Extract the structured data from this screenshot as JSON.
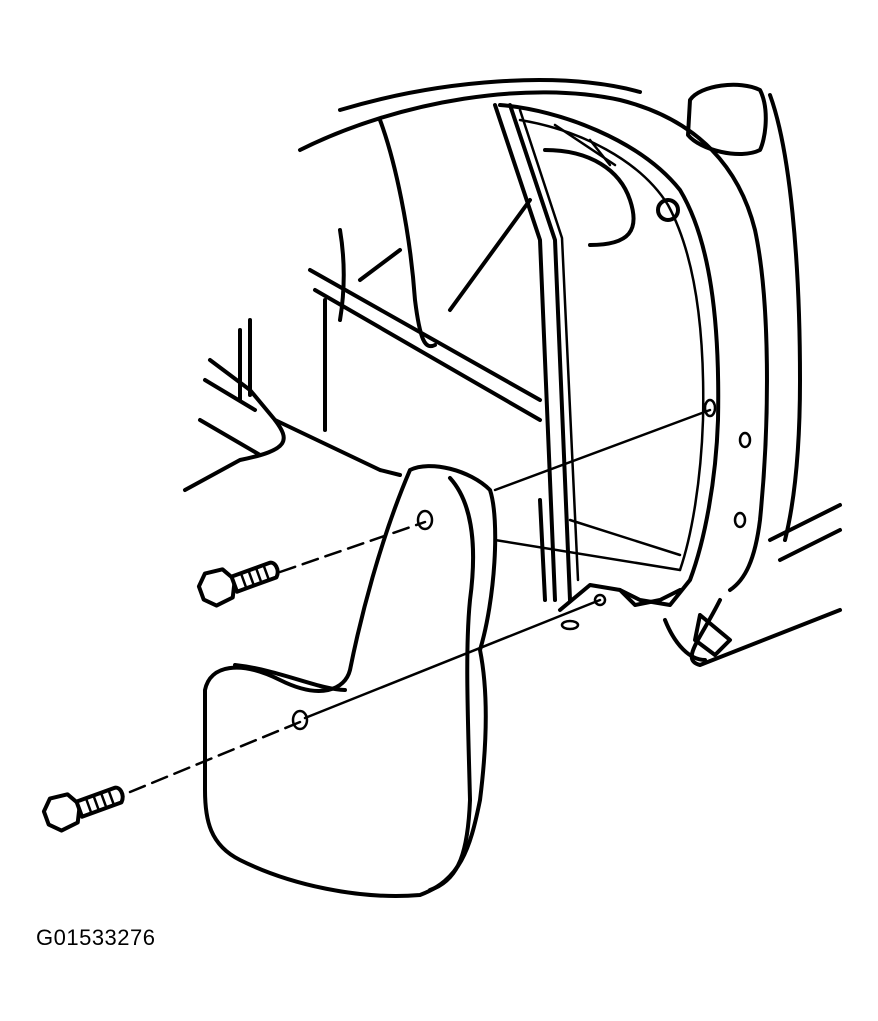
{
  "figure": {
    "id_label": "G01533276"
  },
  "parts": {
    "upper_bolt": "bolt-icon",
    "lower_bolt": "bolt-icon",
    "mud_flap": "mud-flap",
    "wheel_opening": "wheel-well"
  }
}
